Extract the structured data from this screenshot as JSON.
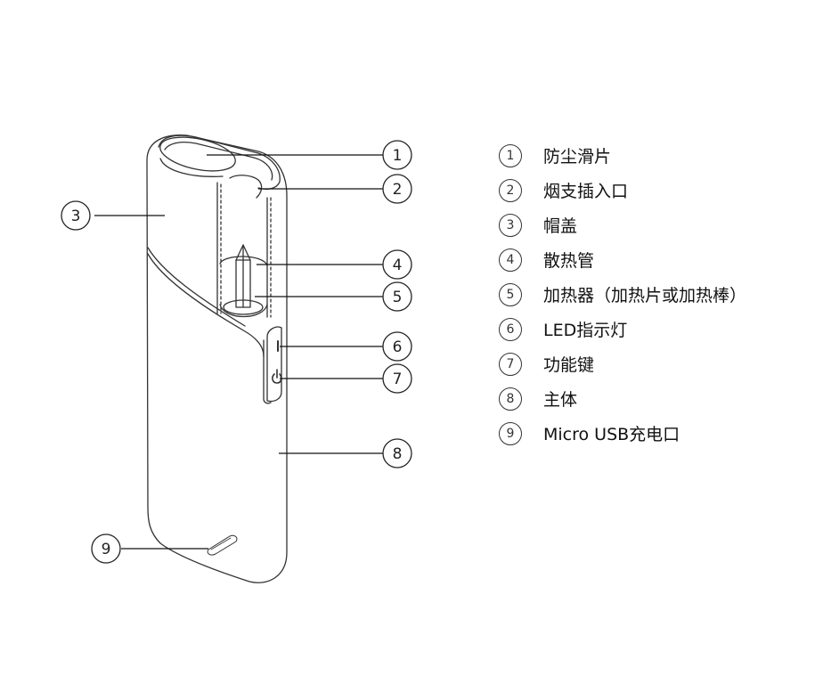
{
  "title": "Heated tobacco device parts diagram",
  "callouts": [
    {
      "num": "1",
      "label": "防尘滑片"
    },
    {
      "num": "2",
      "label": "烟支插入口"
    },
    {
      "num": "3",
      "label": "帽盖"
    },
    {
      "num": "4",
      "label": "散热管"
    },
    {
      "num": "5",
      "label": "加热器（加热片或加热棒）"
    },
    {
      "num": "6",
      "label": "LED指示灯"
    },
    {
      "num": "7",
      "label": "功能键"
    },
    {
      "num": "8",
      "label": "主体"
    },
    {
      "num": "9",
      "label": "Micro USB充电口"
    }
  ]
}
